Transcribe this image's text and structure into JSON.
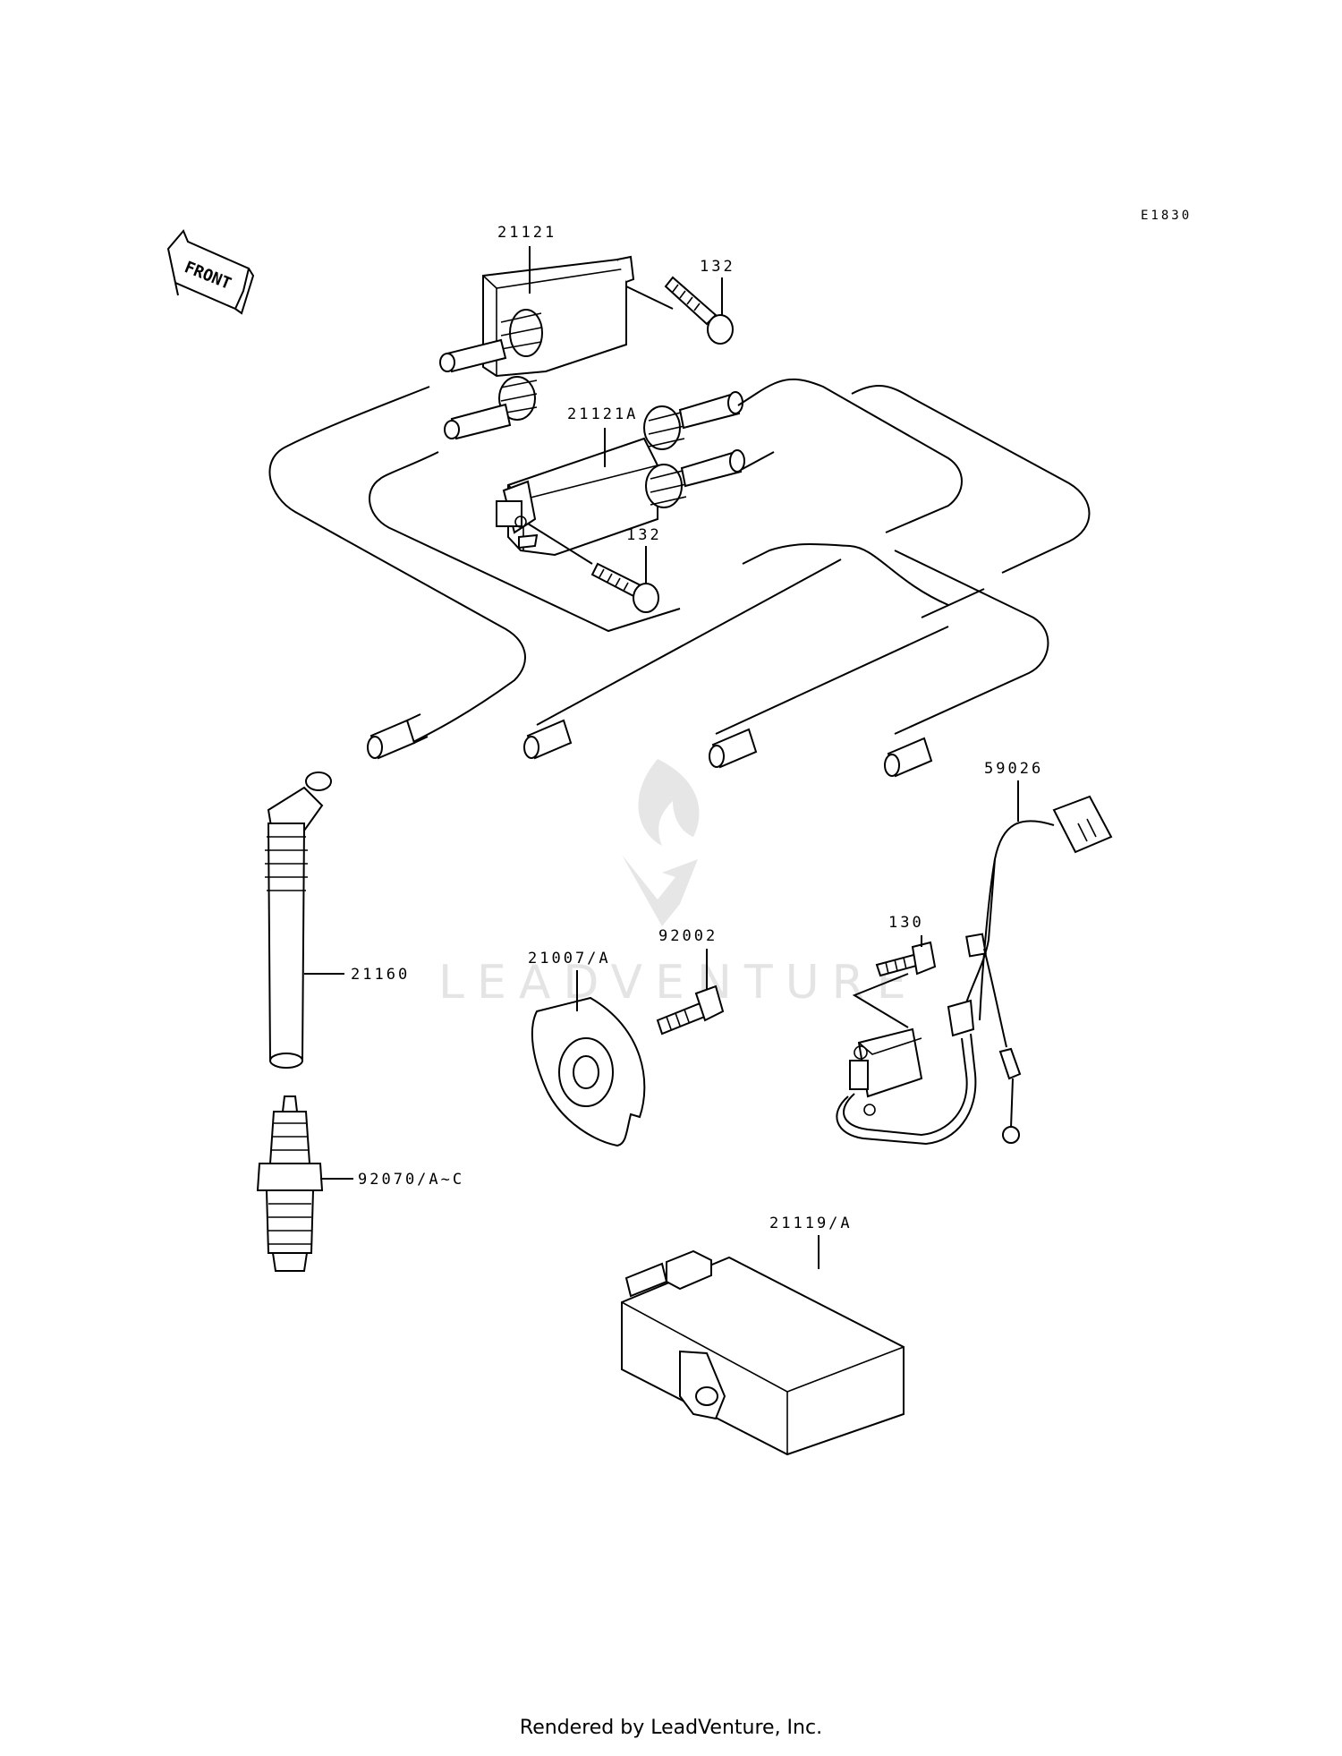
{
  "diagram": {
    "code": "E1830",
    "front_label": "FRONT",
    "watermark": "LEADVENTURE",
    "parts": {
      "coil_upper": "21121",
      "coil_lower": "21121A",
      "bolt_upper": "132",
      "bolt_lower": "132",
      "harness": "59026",
      "bolt_pickup": "130",
      "screw": "92002",
      "rotor": "21007/A",
      "plug_lead": "21160",
      "spark_plug": "92070/A~C",
      "igniter": "21119/A"
    }
  },
  "footer": {
    "text": "Rendered by LeadVenture, Inc."
  }
}
